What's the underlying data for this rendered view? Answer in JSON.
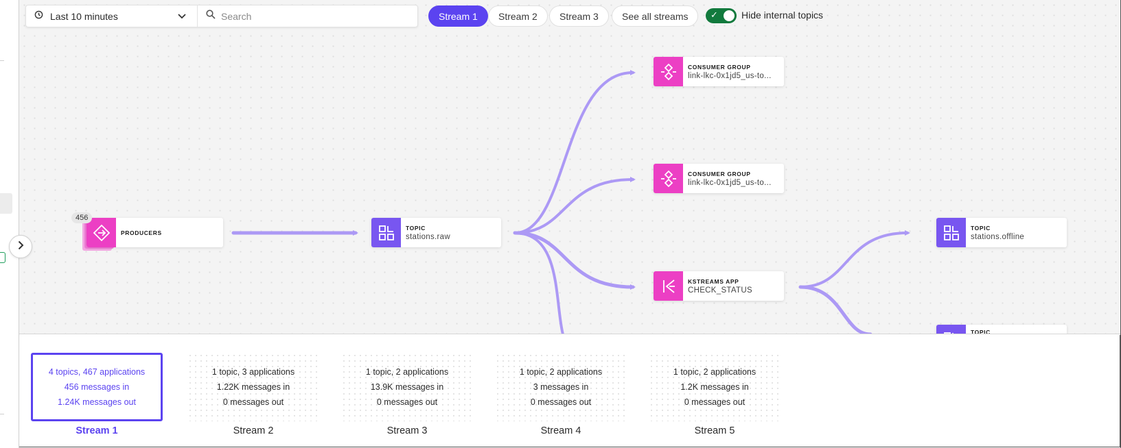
{
  "toolbar": {
    "time_range": "Last 10 minutes",
    "search_placeholder": "Search",
    "stream_tabs": [
      "Stream 1",
      "Stream 2",
      "Stream 3"
    ],
    "see_all": "See all streams",
    "hide_internal_label": "Hide internal topics",
    "hide_internal_on": true
  },
  "graph": {
    "producers": {
      "type": "PRODUCERS",
      "count": "456"
    },
    "topic_raw": {
      "type": "TOPIC",
      "name": "stations.raw"
    },
    "consumer_1": {
      "type": "CONSUMER GROUP",
      "name": "link-lkc-0x1jd5_us-to..."
    },
    "consumer_2": {
      "type": "CONSUMER GROUP",
      "name": "link-lkc-0x1jd5_us-to..."
    },
    "kstreams": {
      "type": "KSTREAMS APP",
      "name": "CHECK_STATUS"
    },
    "topic_offline": {
      "type": "TOPIC",
      "name": "stations.offline"
    },
    "topic_partial": {
      "type": "TOPIC"
    }
  },
  "streams": [
    {
      "title": "Stream 1",
      "line1": "4 topics, 467 applications",
      "line2": "456 messages in",
      "line3": "1.24K messages out",
      "active": true
    },
    {
      "title": "Stream 2",
      "line1": "1 topic, 3 applications",
      "line2": "1.22K messages in",
      "line3": "0 messages out",
      "active": false
    },
    {
      "title": "Stream 3",
      "line1": "1 topic, 2 applications",
      "line2": "13.9K messages in",
      "line3": "0 messages out",
      "active": false
    },
    {
      "title": "Stream 4",
      "line1": "1 topic, 2 applications",
      "line2": "3 messages in",
      "line3": "0 messages out",
      "active": false
    },
    {
      "title": "Stream 5",
      "line1": "1 topic, 2 applications",
      "line2": "1.2K messages in",
      "line3": "0 messages out",
      "active": false
    }
  ],
  "colors": {
    "accent": "#5b43f0",
    "pink": "#ec3fc4",
    "purple": "#7856f0",
    "edge": "#a995f6",
    "toggle_on": "#127a3d"
  },
  "icons": {
    "clock": "clock-icon",
    "chevron": "chevron-down-icon",
    "search": "search-icon",
    "collapse": "chevron-right-icon"
  }
}
